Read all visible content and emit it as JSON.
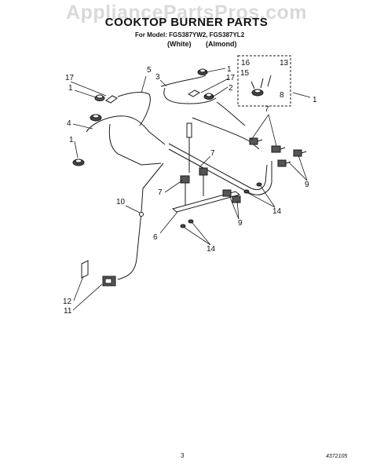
{
  "watermark": "AppliancePartsPros.com",
  "header": {
    "title": "COOKTOP BURNER PARTS",
    "subtitle": "For Model: FGS387YW2, FGS387YL2",
    "color_white": "(White)",
    "color_almond": "(Almond)"
  },
  "callouts": {
    "c1a": "1",
    "c1b": "1",
    "c1c": "1",
    "c1d": "1",
    "c2": "2",
    "c3": "3",
    "c4": "4",
    "c5": "5",
    "c6": "6",
    "c7a": "7",
    "c7b": "7",
    "c7c": "7",
    "c8": "8",
    "c9a": "9",
    "c9b": "9",
    "c10": "10",
    "c11": "11",
    "c12": "12",
    "c13": "13",
    "c14a": "14",
    "c14b": "14",
    "c15": "15",
    "c16": "16",
    "c17a": "17",
    "c17b": "17"
  },
  "footer": {
    "page_number": "3",
    "document_number": "4372105"
  },
  "colors": {
    "line": "#1a1a1a",
    "watermark": "#d9d9d9"
  }
}
